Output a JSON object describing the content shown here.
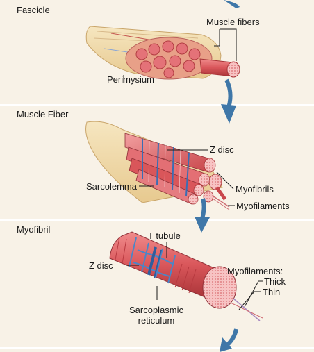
{
  "sections": {
    "fascicle": {
      "title": "Fascicle",
      "labels": {
        "muscle_fibers": "Muscle fibers",
        "perimysium": "Perimysium"
      }
    },
    "muscle_fiber": {
      "title": "Muscle Fiber",
      "labels": {
        "z_disc": "Z disc",
        "sarcolemma": "Sarcolemma",
        "myofibrils": "Myofibrils",
        "myofilaments": "Myofilaments"
      }
    },
    "myofibril": {
      "title": "Myofibril",
      "labels": {
        "t_tubule": "T tubule",
        "z_disc": "Z disc",
        "myofilaments": "Myofilaments:",
        "thick": "Thick",
        "thin": "Thin",
        "sarcoplasmic_line1": "Sarcoplasmic",
        "sarcoplasmic_line2": "reticulum"
      }
    }
  },
  "colors": {
    "panel_bg": "#f8f2e7",
    "arrow": "#3f77a8",
    "muscle_red": "#d9565a",
    "muscle_pink": "#f0a5a5",
    "sheath_yellow": "#f3dd9a",
    "tubule_blue": "#4a86c8"
  },
  "icons": {
    "flow_arrow": "curved-arrow-down-icon"
  }
}
